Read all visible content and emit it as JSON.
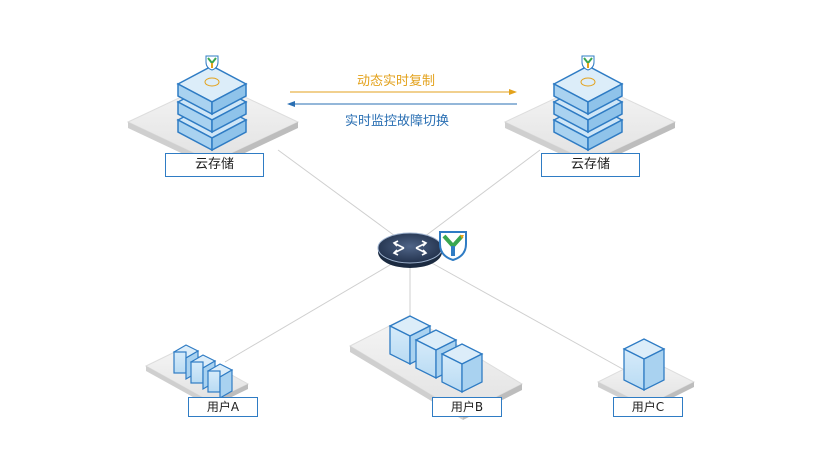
{
  "nodes": {
    "cloud_left": {
      "label": "云存储"
    },
    "cloud_right": {
      "label": "云存储"
    },
    "user_a": {
      "label": "用户A"
    },
    "user_b": {
      "label": "用户B"
    },
    "user_c": {
      "label": "用户C"
    }
  },
  "links": {
    "replication": {
      "label": "动态实时复制",
      "color": "#e3a21c"
    },
    "failover": {
      "label": "实时监控故障切换",
      "color": "#2a6fb3"
    }
  },
  "colors": {
    "brand_blue": "#2f7cc4",
    "box_fill": "#cfe6f7",
    "hub_dark": "#2b3d5c",
    "line_gray": "#cfcfcf"
  },
  "icons": {
    "logo": "shield-y-logo",
    "hub": "network-hub-icon",
    "storage": "storage-stack-icon",
    "user_box": "user-box-icon"
  }
}
